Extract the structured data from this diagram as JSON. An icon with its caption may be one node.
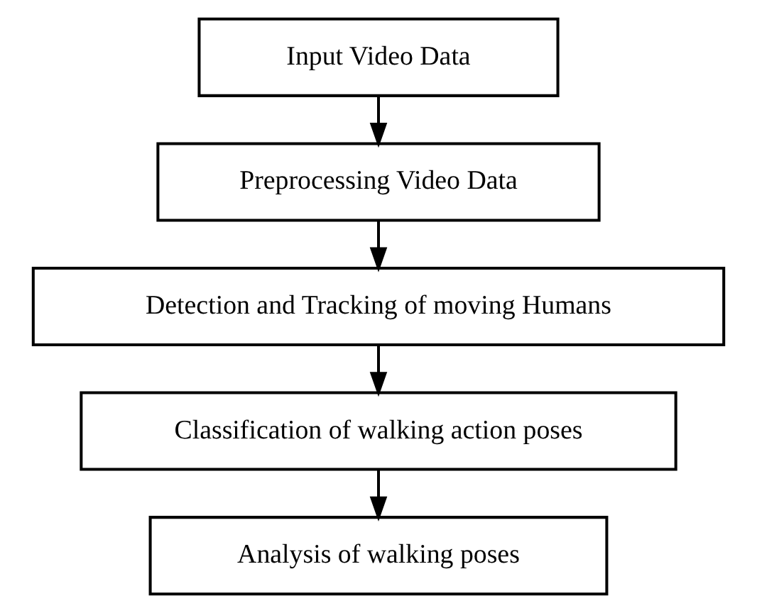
{
  "diagram": {
    "nodes": [
      {
        "text": [
          "Input Video Data"
        ]
      },
      {
        "text": [
          "Preprocessing Video Data"
        ]
      },
      {
        "text": [
          "Detection and Tracking of moving Humans"
        ]
      },
      {
        "text": [
          "Classification of walking action poses"
        ]
      },
      {
        "text": [
          "Analysis of walking poses"
        ]
      }
    ],
    "edges": [
      {
        "from": 0,
        "to": 1,
        "arrow": "to"
      },
      {
        "from": 1,
        "to": 2,
        "arrow": "to"
      },
      {
        "from": 2,
        "to": 3,
        "arrow": "to"
      },
      {
        "from": 3,
        "to": 4,
        "arrow": "to"
      }
    ]
  }
}
